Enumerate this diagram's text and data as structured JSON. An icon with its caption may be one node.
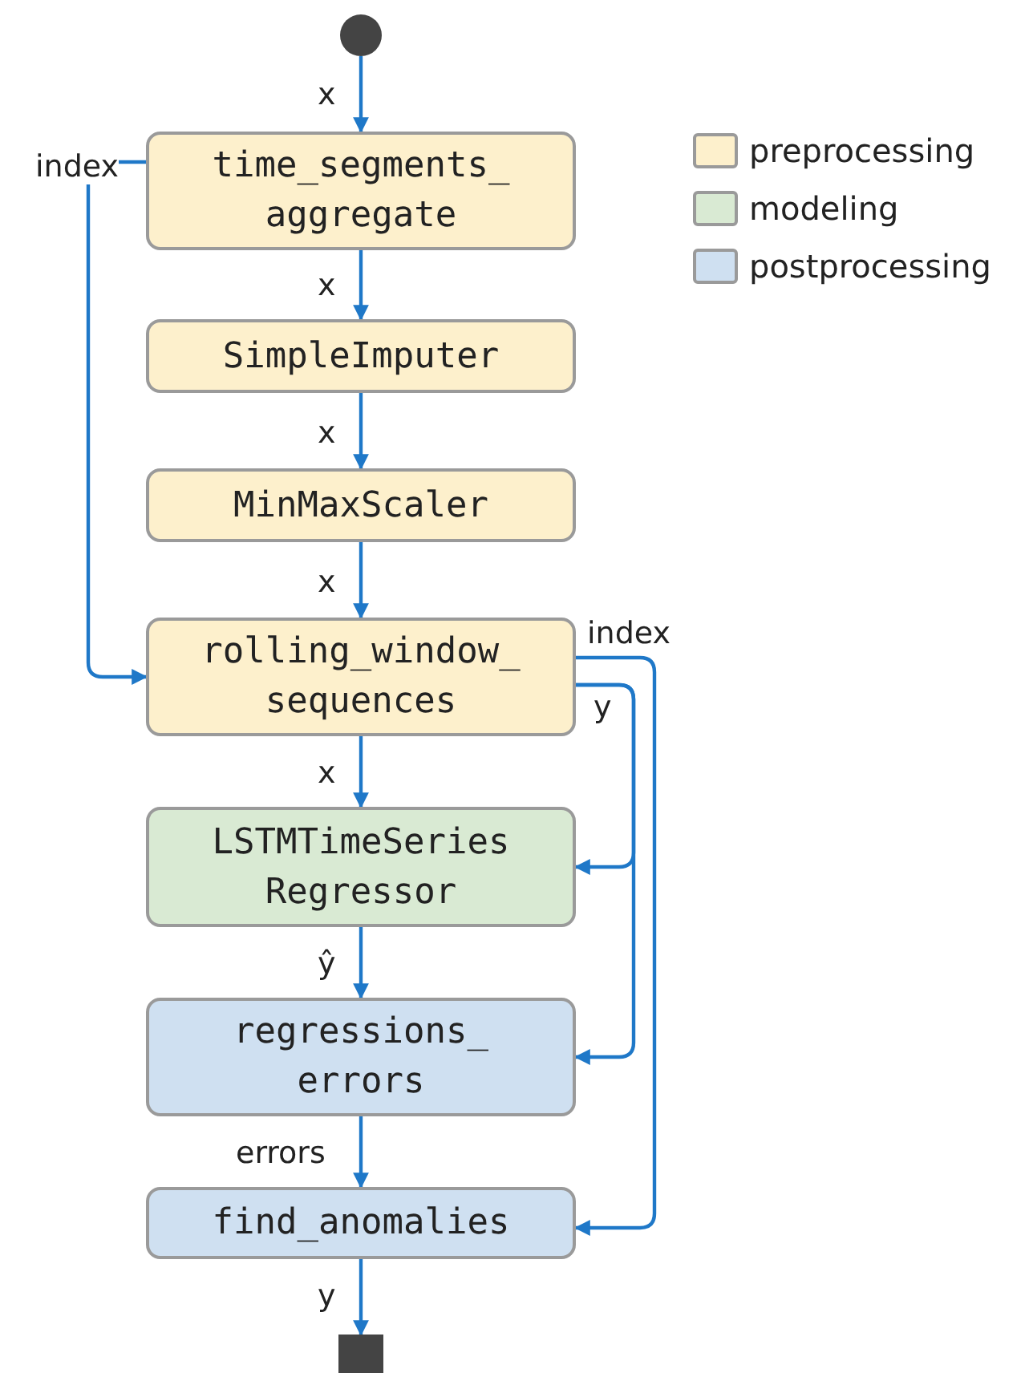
{
  "diagram": {
    "nodes": [
      {
        "text": [],
        "shape": "circle"
      },
      {
        "text": [
          "time_segments_ aggregate"
        ]
      },
      {
        "text": [
          "SimpleImputer"
        ]
      },
      {
        "text": [
          "MinMaxScaler"
        ]
      },
      {
        "text": [
          "rolling_window_ sequences"
        ]
      },
      {
        "text": [
          "LSTMTimeSeries Regressor"
        ]
      },
      {
        "text": [
          "regressions_ errors"
        ]
      },
      {
        "text": [
          "find_anomalies"
        ]
      },
      {
        "text": [],
        "shape": "box"
      }
    ],
    "edges": [
      {
        "from": 0,
        "to": 1,
        "arrow": "to",
        "label": "x"
      },
      {
        "from": 1,
        "to": 2,
        "arrow": "to",
        "label": "x"
      },
      {
        "from": 2,
        "to": 3,
        "arrow": "to",
        "label": "x"
      },
      {
        "from": 3,
        "to": 4,
        "arrow": "to",
        "label": "x"
      },
      {
        "from": 4,
        "to": 5,
        "arrow": "to",
        "label": "x"
      },
      {
        "from": 5,
        "to": 6,
        "arrow": "to",
        "label": "ŷ"
      },
      {
        "from": 6,
        "to": 7,
        "arrow": "to",
        "label": "errors"
      },
      {
        "from": 7,
        "to": 8,
        "arrow": "to",
        "label": "y"
      },
      {
        "from": 1,
        "to": 4,
        "arrow": "to",
        "label": "index"
      },
      {
        "from": 4,
        "to": 5,
        "arrow": "to",
        "label": "y"
      },
      {
        "from": 4,
        "to": 6,
        "arrow": "to"
      },
      {
        "from": 4,
        "to": 7,
        "arrow": "to",
        "label": "index"
      }
    ],
    "legend": [
      {
        "text": "preprocessing",
        "color": "#fdf0cc"
      },
      {
        "text": "modeling",
        "color": "#d9ead3"
      },
      {
        "text": "postprocessing",
        "color": "#cfe0f1"
      }
    ]
  }
}
